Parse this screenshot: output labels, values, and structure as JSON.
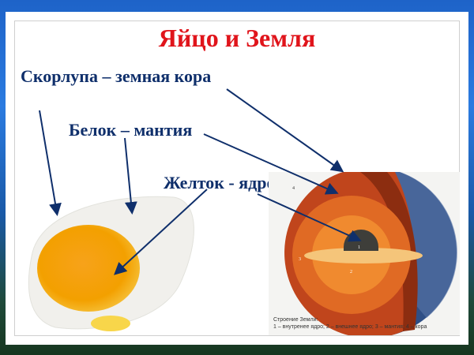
{
  "title": "Яйцо и Земля",
  "labels": {
    "shell": "Скорлупа – земная кора",
    "white": "Белок – мантия",
    "yolk": "Желток - ядро"
  },
  "earth_figure": {
    "numbers": [
      "1",
      "2",
      "3",
      "4"
    ],
    "caption_title": "Строение Земли:",
    "caption_text": "1 – внутренее ядро; 2 – внешнее ядро; 3 – мантия; 4 – кора"
  },
  "colors": {
    "title": "#e0141b",
    "labels": "#0f2f6b",
    "arrows": "#0f2f6b"
  }
}
